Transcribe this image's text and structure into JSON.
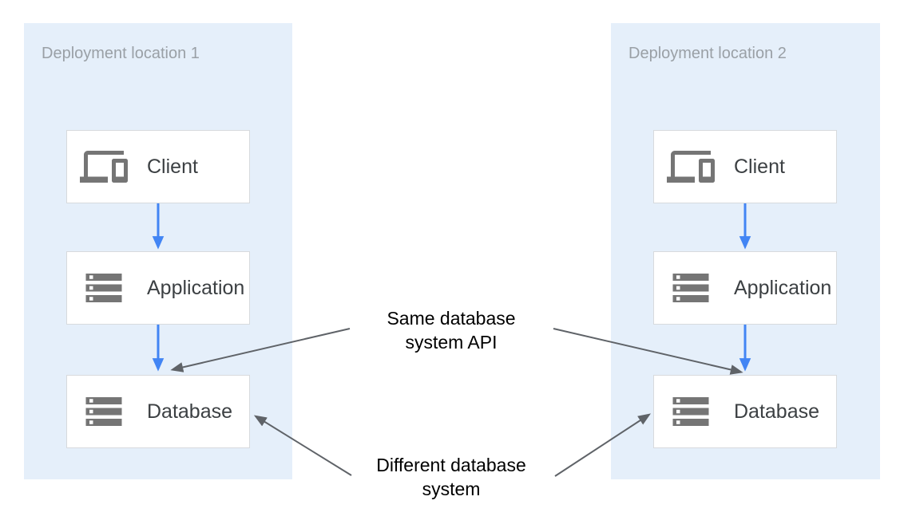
{
  "panels": [
    {
      "title": "Deployment location 1",
      "nodes": [
        {
          "icon": "devices-icon",
          "label": "Client"
        },
        {
          "icon": "storage-icon",
          "label": "Application"
        },
        {
          "icon": "storage-icon",
          "label": "Database"
        }
      ]
    },
    {
      "title": "Deployment location 2",
      "nodes": [
        {
          "icon": "devices-icon",
          "label": "Client"
        },
        {
          "icon": "storage-icon",
          "label": "Application"
        },
        {
          "icon": "storage-icon",
          "label": "Database"
        }
      ]
    }
  ],
  "annotations": {
    "same_api": {
      "line1": "Same database",
      "line2": "system API"
    },
    "different_system": {
      "line1": "Different database",
      "line2": "system"
    }
  },
  "colors": {
    "panel_background": "#e5effa",
    "panel_title": "#9aa0a6",
    "node_border": "#d7dadd",
    "node_label": "#3c4043",
    "icon_gray": "#757575",
    "flow_arrow_blue": "#4285f4",
    "annotation_arrow_gray": "#5f6368",
    "annotation_text": "#000000"
  }
}
